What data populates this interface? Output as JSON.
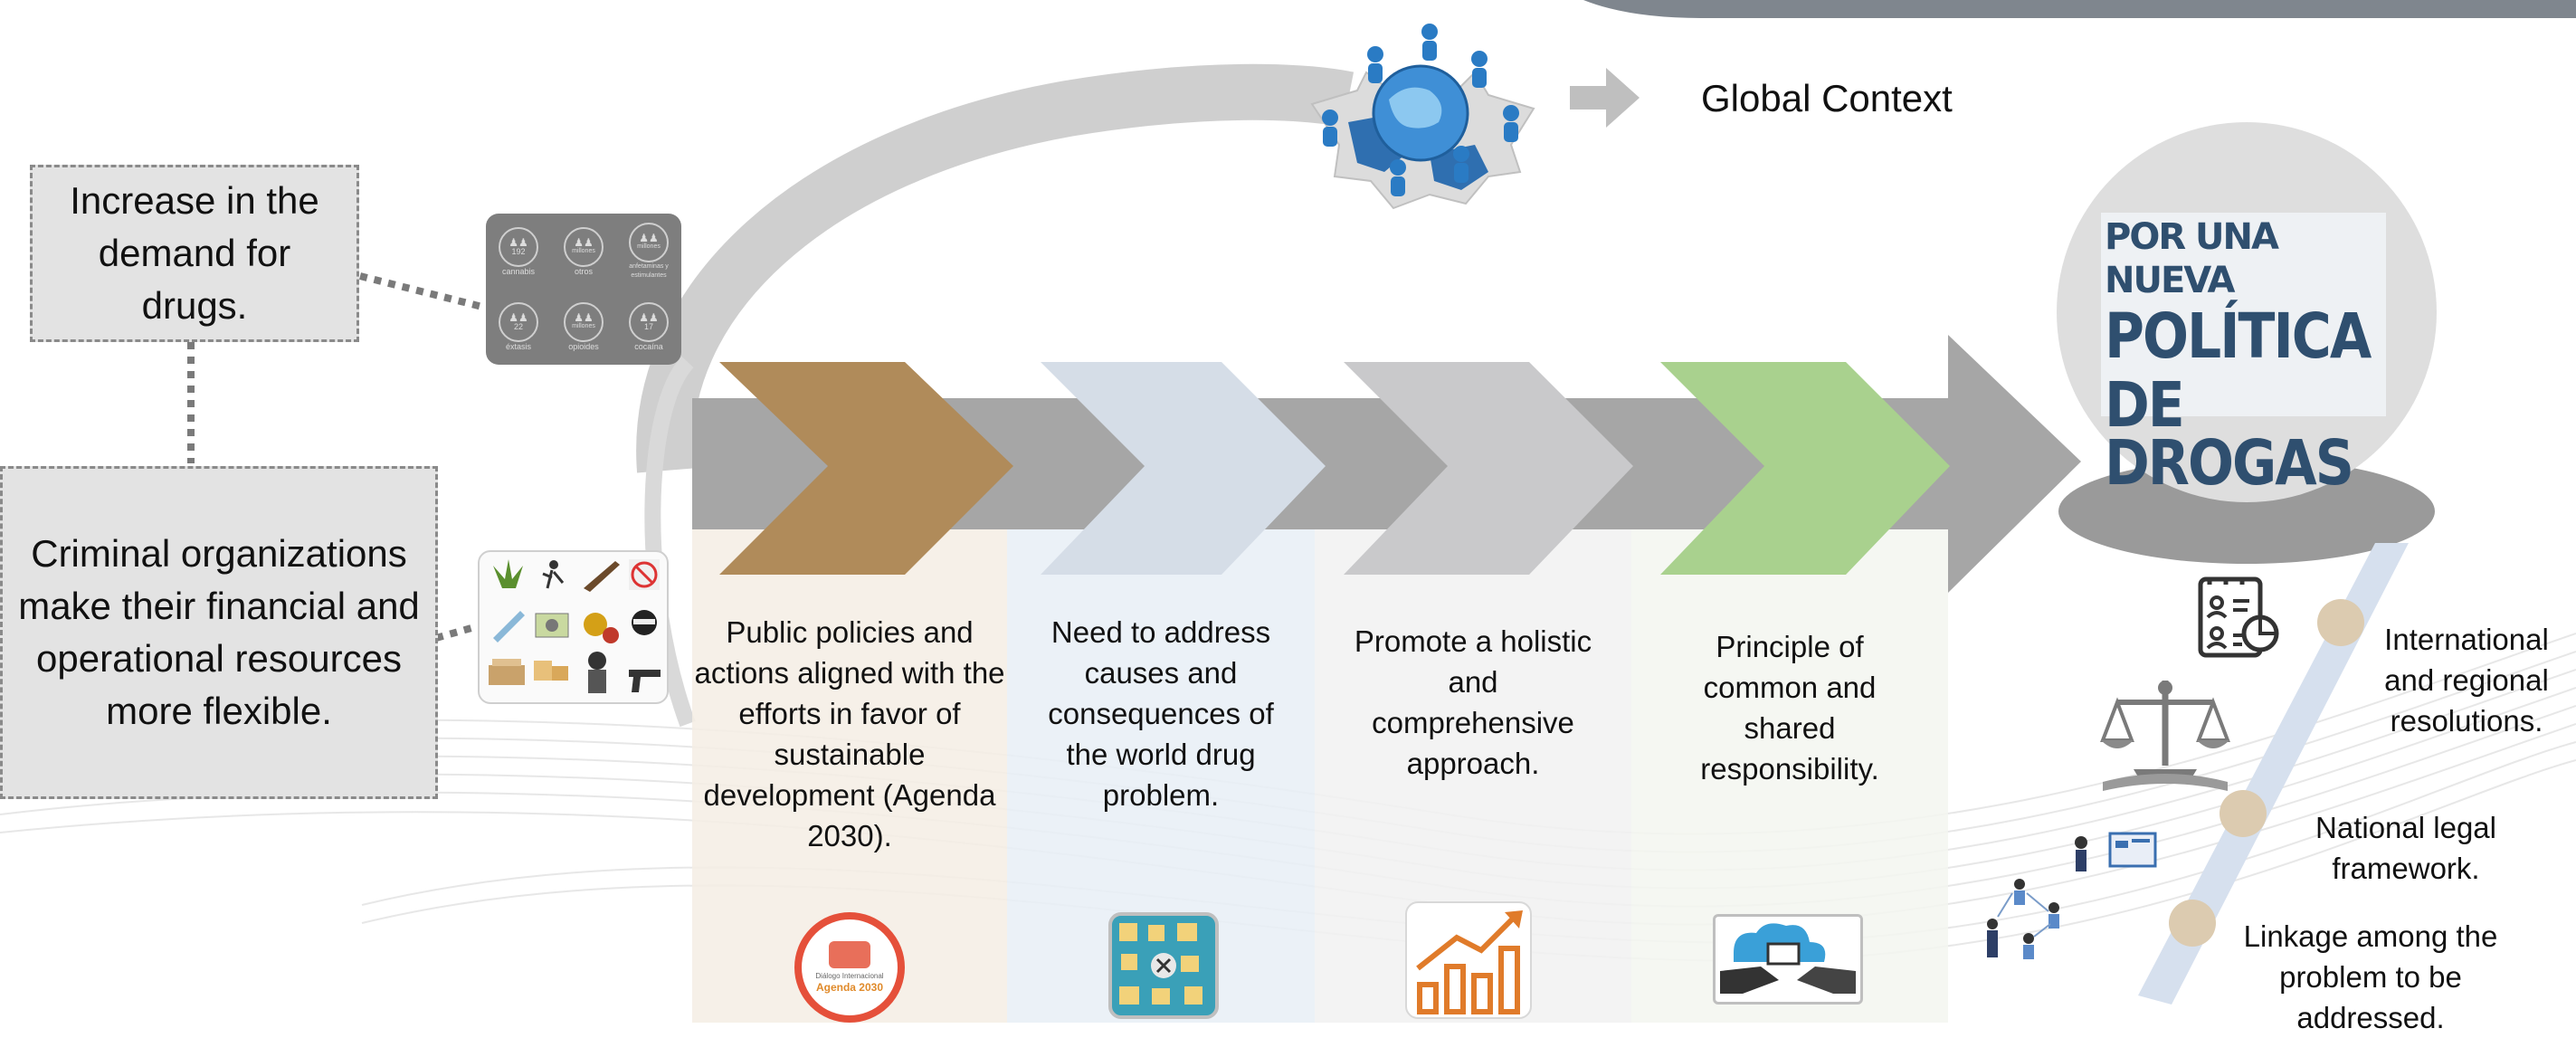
{
  "global_context": {
    "label": "Global Context"
  },
  "left_boxes": {
    "demand": "Increase in the demand for drugs.",
    "criminal": "Criminal organizations make their financial and operational resources more flexible."
  },
  "columns": [
    {
      "text": "Public policies and actions aligned with the efforts in favor of sustainable development (Agenda 2030).",
      "chevron_color": "#b08b5a",
      "icon": "agenda-2030-icon",
      "icon_caption": "Agenda 2030",
      "icon_subcaption": "Diálogo Internacional"
    },
    {
      "text": "Need to address causes and consequences of the world drug problem.",
      "chevron_color": "#d5dde7",
      "icon": "world-drug-problem-collage-icon"
    },
    {
      "text": "Promote a holistic and comprehensive approach.",
      "chevron_color": "#c9c9cb",
      "icon": "growth-chart-icon"
    },
    {
      "text": "Principle of common and shared responsibility.",
      "chevron_color": "#a9d18e",
      "icon": "handshake-cloud-icon"
    }
  ],
  "logo": {
    "line1": "POR UNA NUEVA",
    "line2": "POLÍTICA DE",
    "line3": "DROGAS"
  },
  "right_items": [
    {
      "label": "International and regional resolutions.",
      "icon": "documents-icon"
    },
    {
      "label": "National legal framework.",
      "icon": "scales-of-justice-icon"
    },
    {
      "label": "Linkage among the problem to be addressed.",
      "icon": "people-network-icon"
    }
  ],
  "drug_stats": [
    {
      "value": "192",
      "unit": "millones",
      "label": "cannabis"
    },
    {
      "value": "",
      "unit": "millones",
      "label": "otros"
    },
    {
      "value": "",
      "unit": "millones",
      "label": "anfetaminas y estimulantes"
    },
    {
      "value": "22",
      "unit": "millones",
      "label": "éxtasis"
    },
    {
      "value": "",
      "unit": "millones",
      "label": "opioides"
    },
    {
      "value": "17",
      "unit": "millones",
      "label": "cocaína"
    }
  ],
  "colors": {
    "main_arrow": "#a6a6a6",
    "chevron_brown": "#b08b5a",
    "chevron_blue": "#d5dde7",
    "chevron_gray": "#c9c9cb",
    "chevron_green": "#a9d18e",
    "logo_text": "#2f4f6f",
    "box_fill": "#e3e3e3"
  }
}
